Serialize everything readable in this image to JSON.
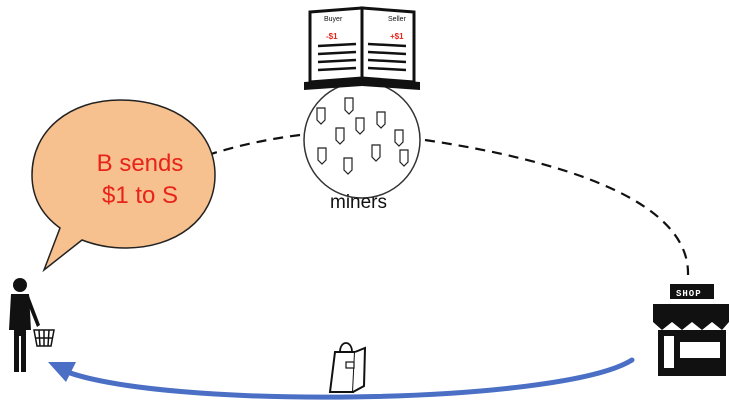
{
  "speech_bubble": {
    "line1": "B sends",
    "line2": "$1 to S"
  },
  "miners_label": "miners",
  "ledger": {
    "left_title": "Buyer",
    "left_amount": "-$1",
    "right_title": "Seller",
    "right_amount": "+$1"
  },
  "shop_sign": "SHOP",
  "colors": {
    "bubble_fill": "#f7c08f",
    "bubble_text": "#e8231a",
    "arrow": "#4a6fc4",
    "dashed_line": "#111111"
  }
}
